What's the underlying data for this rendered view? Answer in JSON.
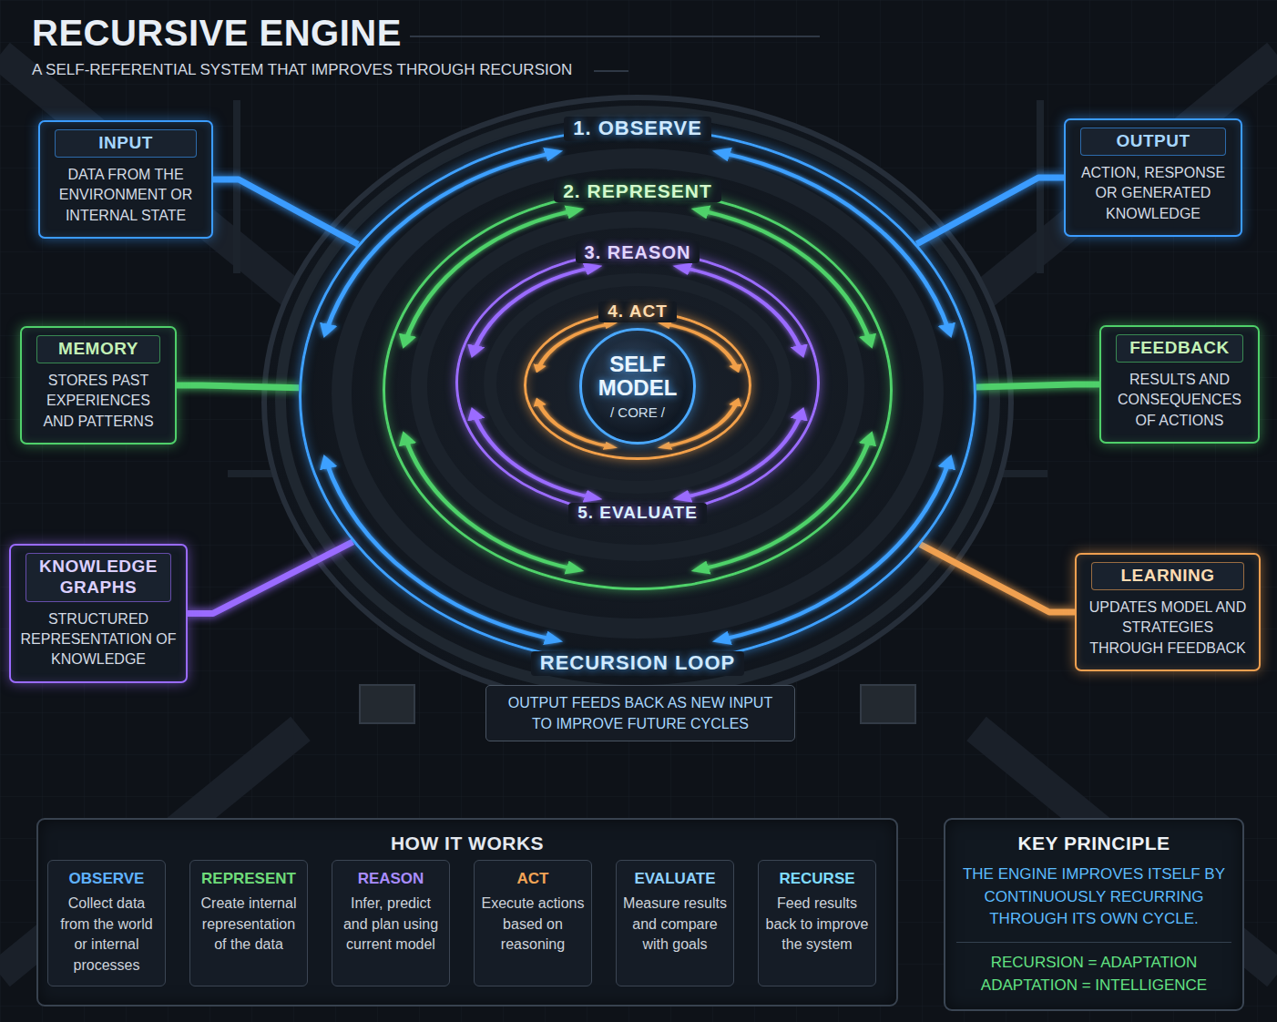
{
  "diagram": {
    "title": "RECURSIVE ENGINE",
    "caption": "A SELF-REFERENTIAL SYSTEM THAT IMPROVES THROUGH RECURSION",
    "nodes": [
      {
        "text": [
          "INPUT",
          "DATA FROM THE ENVIRONMENT OR INTERNAL STATE"
        ]
      },
      {
        "text": [
          "1. OBSERVE",
          "RECURSION LOOP"
        ]
      },
      {
        "text": [
          "2. REPRESENT"
        ],
        "in": 1
      },
      {
        "text": [
          "3. REASON",
          "5. EVALUATE"
        ],
        "in": 2
      },
      {
        "text": [
          "4. ACT"
        ],
        "in": 3
      },
      {
        "text": [
          "SELF MODEL",
          "/ CORE /"
        ],
        "in": 4
      },
      {
        "text": [
          "OUTPUT",
          "ACTION, RESPONSE OR GENERATED KNOWLEDGE"
        ]
      },
      {
        "text": [
          "MEMORY",
          "STORES PAST EXPERIENCES AND PATTERNS"
        ]
      },
      {
        "text": [
          "FEEDBACK",
          "RESULTS AND CONSEQUENCES OF ACTIONS"
        ]
      },
      {
        "text": [
          "KNOWLEDGE GRAPHS",
          "STRUCTURED REPRESENTATION OF KNOWLEDGE"
        ]
      },
      {
        "text": [
          "LEARNING",
          "UPDATES MODEL AND STRATEGIES THROUGH FEEDBACK"
        ]
      },
      {
        "text": [
          "OUTPUT FEEDS BACK AS NEW INPUT TO IMPROVE FUTURE CYCLES"
        ]
      },
      {
        "text": [
          "HOW IT WORKS"
        ]
      },
      {
        "text": [
          "OBSERVE",
          "Collect data from the world or internal processes"
        ],
        "in": 12
      },
      {
        "text": [
          "REPRESENT",
          "Create internal representation of the data"
        ],
        "in": 12
      },
      {
        "text": [
          "REASON",
          "Infer, predict and plan using current model"
        ],
        "in": 12
      },
      {
        "text": [
          "ACT",
          "Execute actions based on reasoning"
        ],
        "in": 12
      },
      {
        "text": [
          "EVALUATE",
          "Measure results and compare with goals"
        ],
        "in": 12
      },
      {
        "text": [
          "RECURSE",
          "Feed results back to improve the system"
        ],
        "in": 12
      },
      {
        "text": [
          "KEY PRINCIPLE",
          "THE ENGINE IMPROVES ITSELF BY CONTINUOUSLY RECURRING THROUGH ITS OWN CYCLE.",
          "RECURSION = ADAPTATION",
          "ADAPTATION = INTELLIGENCE"
        ]
      }
    ],
    "edges": [
      {
        "from": 0,
        "to": 1,
        "arrow": "none"
      },
      {
        "from": 1,
        "to": 6,
        "arrow": "none"
      },
      {
        "from": 7,
        "to": 1,
        "arrow": "none"
      },
      {
        "from": 8,
        "to": 1,
        "arrow": "none"
      },
      {
        "from": 9,
        "to": 1,
        "arrow": "none"
      },
      {
        "from": 10,
        "to": 1,
        "arrow": "none"
      },
      {
        "from": 13,
        "to": 14,
        "arrow": "to"
      },
      {
        "from": 14,
        "to": 15,
        "arrow": "to"
      },
      {
        "from": 15,
        "to": 16,
        "arrow": "to"
      },
      {
        "from": 16,
        "to": 17,
        "arrow": "to"
      },
      {
        "from": 17,
        "to": 18,
        "arrow": "to"
      }
    ]
  }
}
